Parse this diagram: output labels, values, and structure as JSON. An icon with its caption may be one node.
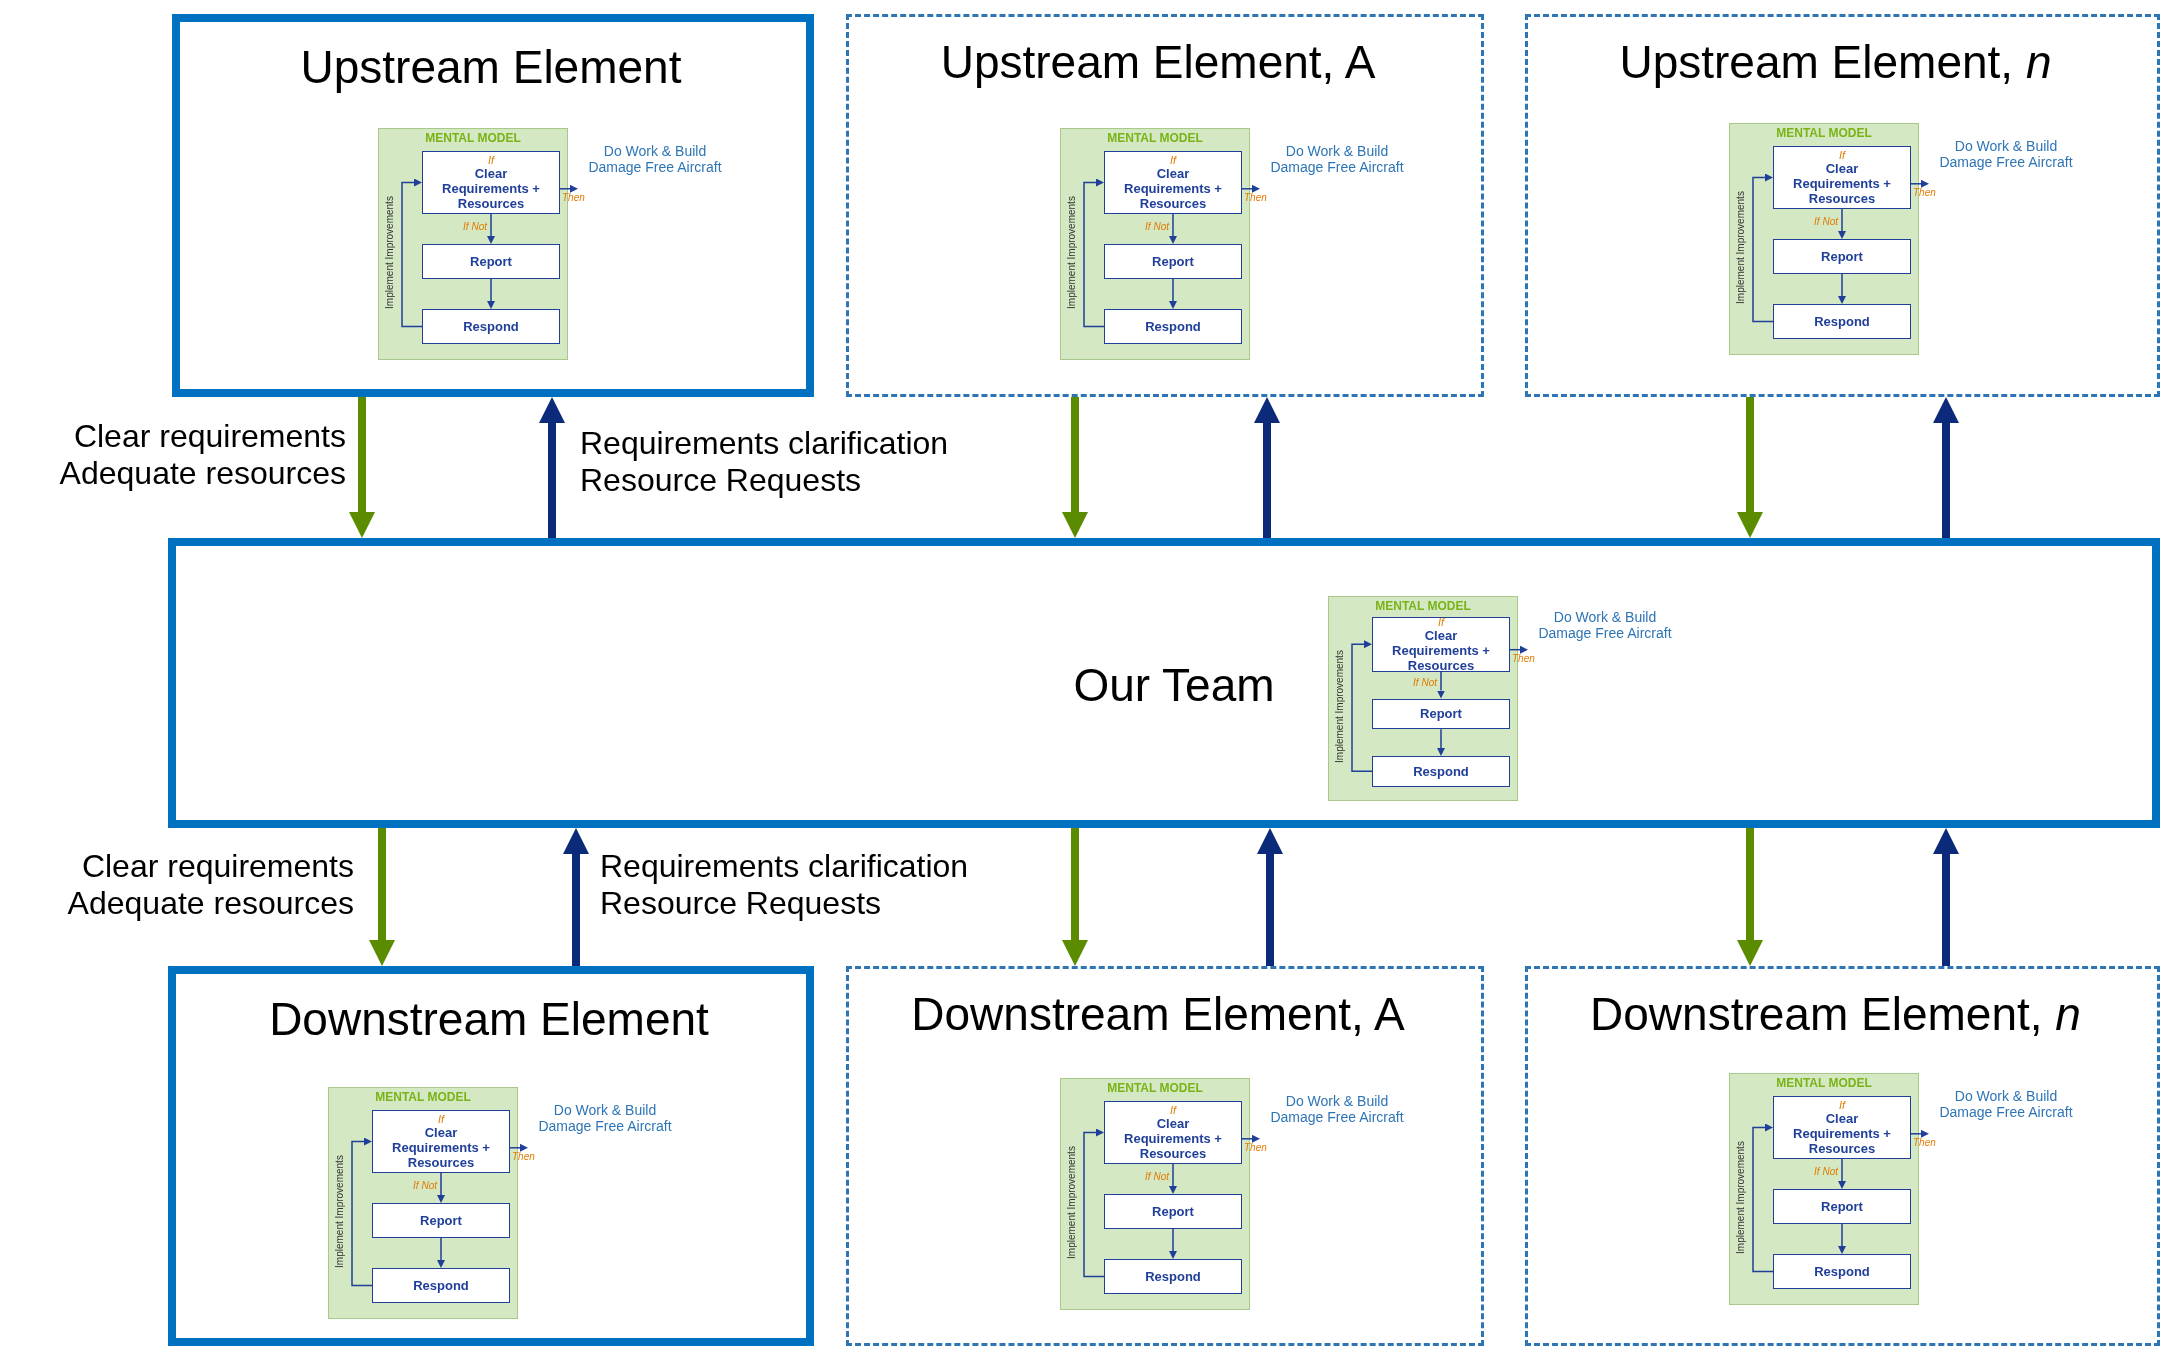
{
  "diagram": {
    "nodes": [
      {
        "text": [
          "Upstream Element"
        ]
      },
      {
        "text": [
          "MENTAL MODEL"
        ],
        "in": 0
      },
      {
        "text": [
          "If",
          "Clear Requirements + Resources"
        ],
        "in": 1
      },
      {
        "text": [
          "Report"
        ],
        "in": 1
      },
      {
        "text": [
          "Respond"
        ],
        "in": 1
      },
      {
        "text": [
          "Do Work & Build Damage Free Aircraft"
        ],
        "in": 0
      },
      {
        "text": [
          "Upstream Element, A"
        ]
      },
      {
        "text": [
          "MENTAL MODEL"
        ],
        "in": 6
      },
      {
        "text": [
          "If",
          "Clear Requirements + Resources"
        ],
        "in": 7
      },
      {
        "text": [
          "Report"
        ],
        "in": 7
      },
      {
        "text": [
          "Respond"
        ],
        "in": 7
      },
      {
        "text": [
          "Do Work & Build Damage Free Aircraft"
        ],
        "in": 6
      },
      {
        "text": [
          "Upstream Element, *n*"
        ]
      },
      {
        "text": [
          "MENTAL MODEL"
        ],
        "in": 12
      },
      {
        "text": [
          "If",
          "Clear Requirements + Resources"
        ],
        "in": 13
      },
      {
        "text": [
          "Report"
        ],
        "in": 13
      },
      {
        "text": [
          "Respond"
        ],
        "in": 13
      },
      {
        "text": [
          "Do Work & Build Damage Free Aircraft"
        ],
        "in": 12
      },
      {
        "text": [
          "Our Team"
        ]
      },
      {
        "text": [
          "MENTAL MODEL"
        ],
        "in": 18
      },
      {
        "text": [
          "If",
          "Clear Requirements + Resources"
        ],
        "in": 19
      },
      {
        "text": [
          "Report"
        ],
        "in": 19
      },
      {
        "text": [
          "Respond"
        ],
        "in": 19
      },
      {
        "text": [
          "Do Work & Build Damage Free Aircraft"
        ],
        "in": 18
      },
      {
        "text": [
          "Downstream Element"
        ]
      },
      {
        "text": [
          "MENTAL MODEL"
        ],
        "in": 24
      },
      {
        "text": [
          "If",
          "Clear Requirements + Resources"
        ],
        "in": 25
      },
      {
        "text": [
          "Report"
        ],
        "in": 25
      },
      {
        "text": [
          "Respond"
        ],
        "in": 25
      },
      {
        "text": [
          "Do Work & Build Damage Free Aircraft"
        ],
        "in": 24
      },
      {
        "text": [
          "Downstream Element, A"
        ]
      },
      {
        "text": [
          "MENTAL MODEL"
        ],
        "in": 30
      },
      {
        "text": [
          "If",
          "Clear Requirements + Resources"
        ],
        "in": 31
      },
      {
        "text": [
          "Report"
        ],
        "in": 31
      },
      {
        "text": [
          "Respond"
        ],
        "in": 31
      },
      {
        "text": [
          "Do Work & Build Damage Free Aircraft"
        ],
        "in": 30
      },
      {
        "text": [
          "Downstream Element, *n*"
        ]
      },
      {
        "text": [
          "MENTAL MODEL"
        ],
        "in": 36
      },
      {
        "text": [
          "If",
          "Clear Requirements + Resources"
        ],
        "in": 37
      },
      {
        "text": [
          "Report"
        ],
        "in": 37
      },
      {
        "text": [
          "Respond"
        ],
        "in": 37
      },
      {
        "text": [
          "Do Work & Build Damage Free Aircraft"
        ],
        "in": 36
      }
    ],
    "edges": [
      {
        "from": 2,
        "to": 5,
        "arrow": "to",
        "label": "Then"
      },
      {
        "from": 2,
        "to": 3,
        "arrow": "to",
        "label": "If Not"
      },
      {
        "from": 3,
        "to": 4,
        "arrow": "to"
      },
      {
        "from": 4,
        "to": 2,
        "arrow": "to",
        "label": "Implement Improvements"
      },
      {
        "from": 8,
        "to": 11,
        "arrow": "to",
        "label": "Then"
      },
      {
        "from": 8,
        "to": 9,
        "arrow": "to",
        "label": "If Not"
      },
      {
        "from": 9,
        "to": 10,
        "arrow": "to"
      },
      {
        "from": 10,
        "to": 8,
        "arrow": "to",
        "label": "Implement Improvements"
      },
      {
        "from": 14,
        "to": 17,
        "arrow": "to",
        "label": "Then"
      },
      {
        "from": 14,
        "to": 15,
        "arrow": "to",
        "label": "If Not"
      },
      {
        "from": 15,
        "to": 16,
        "arrow": "to"
      },
      {
        "from": 16,
        "to": 14,
        "arrow": "to",
        "label": "Implement Improvements"
      },
      {
        "from": 20,
        "to": 23,
        "arrow": "to",
        "label": "Then"
      },
      {
        "from": 20,
        "to": 21,
        "arrow": "to",
        "label": "If Not"
      },
      {
        "from": 21,
        "to": 22,
        "arrow": "to"
      },
      {
        "from": 22,
        "to": 20,
        "arrow": "to",
        "label": "Implement Improvements"
      },
      {
        "from": 26,
        "to": 29,
        "arrow": "to",
        "label": "Then"
      },
      {
        "from": 26,
        "to": 27,
        "arrow": "to",
        "label": "If Not"
      },
      {
        "from": 27,
        "to": 28,
        "arrow": "to"
      },
      {
        "from": 28,
        "to": 26,
        "arrow": "to",
        "label": "Implement Improvements"
      },
      {
        "from": 32,
        "to": 35,
        "arrow": "to",
        "label": "Then"
      },
      {
        "from": 32,
        "to": 33,
        "arrow": "to",
        "label": "If Not"
      },
      {
        "from": 33,
        "to": 34,
        "arrow": "to"
      },
      {
        "from": 34,
        "to": 32,
        "arrow": "to",
        "label": "Implement Improvements"
      },
      {
        "from": 38,
        "to": 41,
        "arrow": "to",
        "label": "Then"
      },
      {
        "from": 38,
        "to": 39,
        "arrow": "to",
        "label": "If Not"
      },
      {
        "from": 39,
        "to": 40,
        "arrow": "to"
      },
      {
        "from": 40,
        "to": 38,
        "arrow": "to",
        "label": "Implement Improvements"
      },
      {
        "from": 0,
        "to": 18,
        "arrow": "to",
        "label": "Clear requirements Adequate resources",
        "style": "thick",
        "color": "#5b8c00"
      },
      {
        "from": 18,
        "to": 0,
        "arrow": "to",
        "label": "Requirements clarification Resource Requests",
        "style": "thick",
        "color": "#0b2a7a"
      },
      {
        "from": 6,
        "to": 18,
        "arrow": "to",
        "style": "thick",
        "color": "#5b8c00"
      },
      {
        "from": 18,
        "to": 6,
        "arrow": "to",
        "style": "thick",
        "color": "#0b2a7a"
      },
      {
        "from": 12,
        "to": 18,
        "arrow": "to",
        "style": "thick",
        "color": "#5b8c00"
      },
      {
        "from": 18,
        "to": 12,
        "arrow": "to",
        "style": "thick",
        "color": "#0b2a7a"
      },
      {
        "from": 18,
        "to": 24,
        "arrow": "to",
        "label": "Clear requirements Adequate resources",
        "style": "thick",
        "color": "#5b8c00"
      },
      {
        "from": 24,
        "to": 18,
        "arrow": "to",
        "label": "Requirements clarification Resource Requests",
        "style": "thick",
        "color": "#0b2a7a"
      },
      {
        "from": 18,
        "to": 30,
        "arrow": "to",
        "style": "thick",
        "color": "#5b8c00"
      },
      {
        "from": 30,
        "to": 18,
        "arrow": "to",
        "style": "thick",
        "color": "#0b2a7a"
      },
      {
        "from": 18,
        "to": 36,
        "arrow": "to",
        "style": "thick",
        "color": "#5b8c00"
      },
      {
        "from": 36,
        "to": 18,
        "arrow": "to",
        "style": "thick",
        "color": "#0b2a7a"
      }
    ]
  }
}
